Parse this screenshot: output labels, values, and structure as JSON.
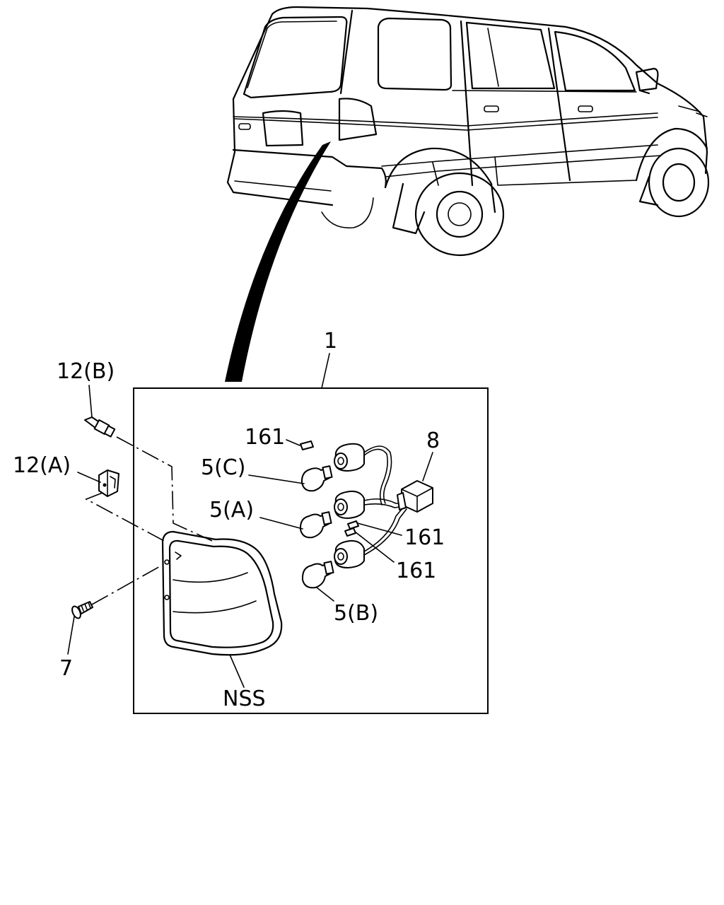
{
  "labels": {
    "assembly": "1",
    "part_12b": "12(B)",
    "part_12a": "12(A)",
    "part_7": "7",
    "part_161_top": "161",
    "part_161_mid": "161",
    "part_161_low": "161",
    "part_5c": "5(C)",
    "part_5a": "5(A)",
    "part_5b": "5(B)",
    "part_8": "8",
    "nss": "NSS"
  },
  "icons": {
    "vehicle": "suv-rear-three-quarter-illustration",
    "pointer": "curved-callout-arrow",
    "lamp": "rear-combination-lamp-lens",
    "bulb": "wedge-bulb",
    "socket": "bulb-socket",
    "connector": "harness-connector",
    "screw": "tapping-screw",
    "bolt": "stud-bolt",
    "clip": "clip-nut"
  }
}
